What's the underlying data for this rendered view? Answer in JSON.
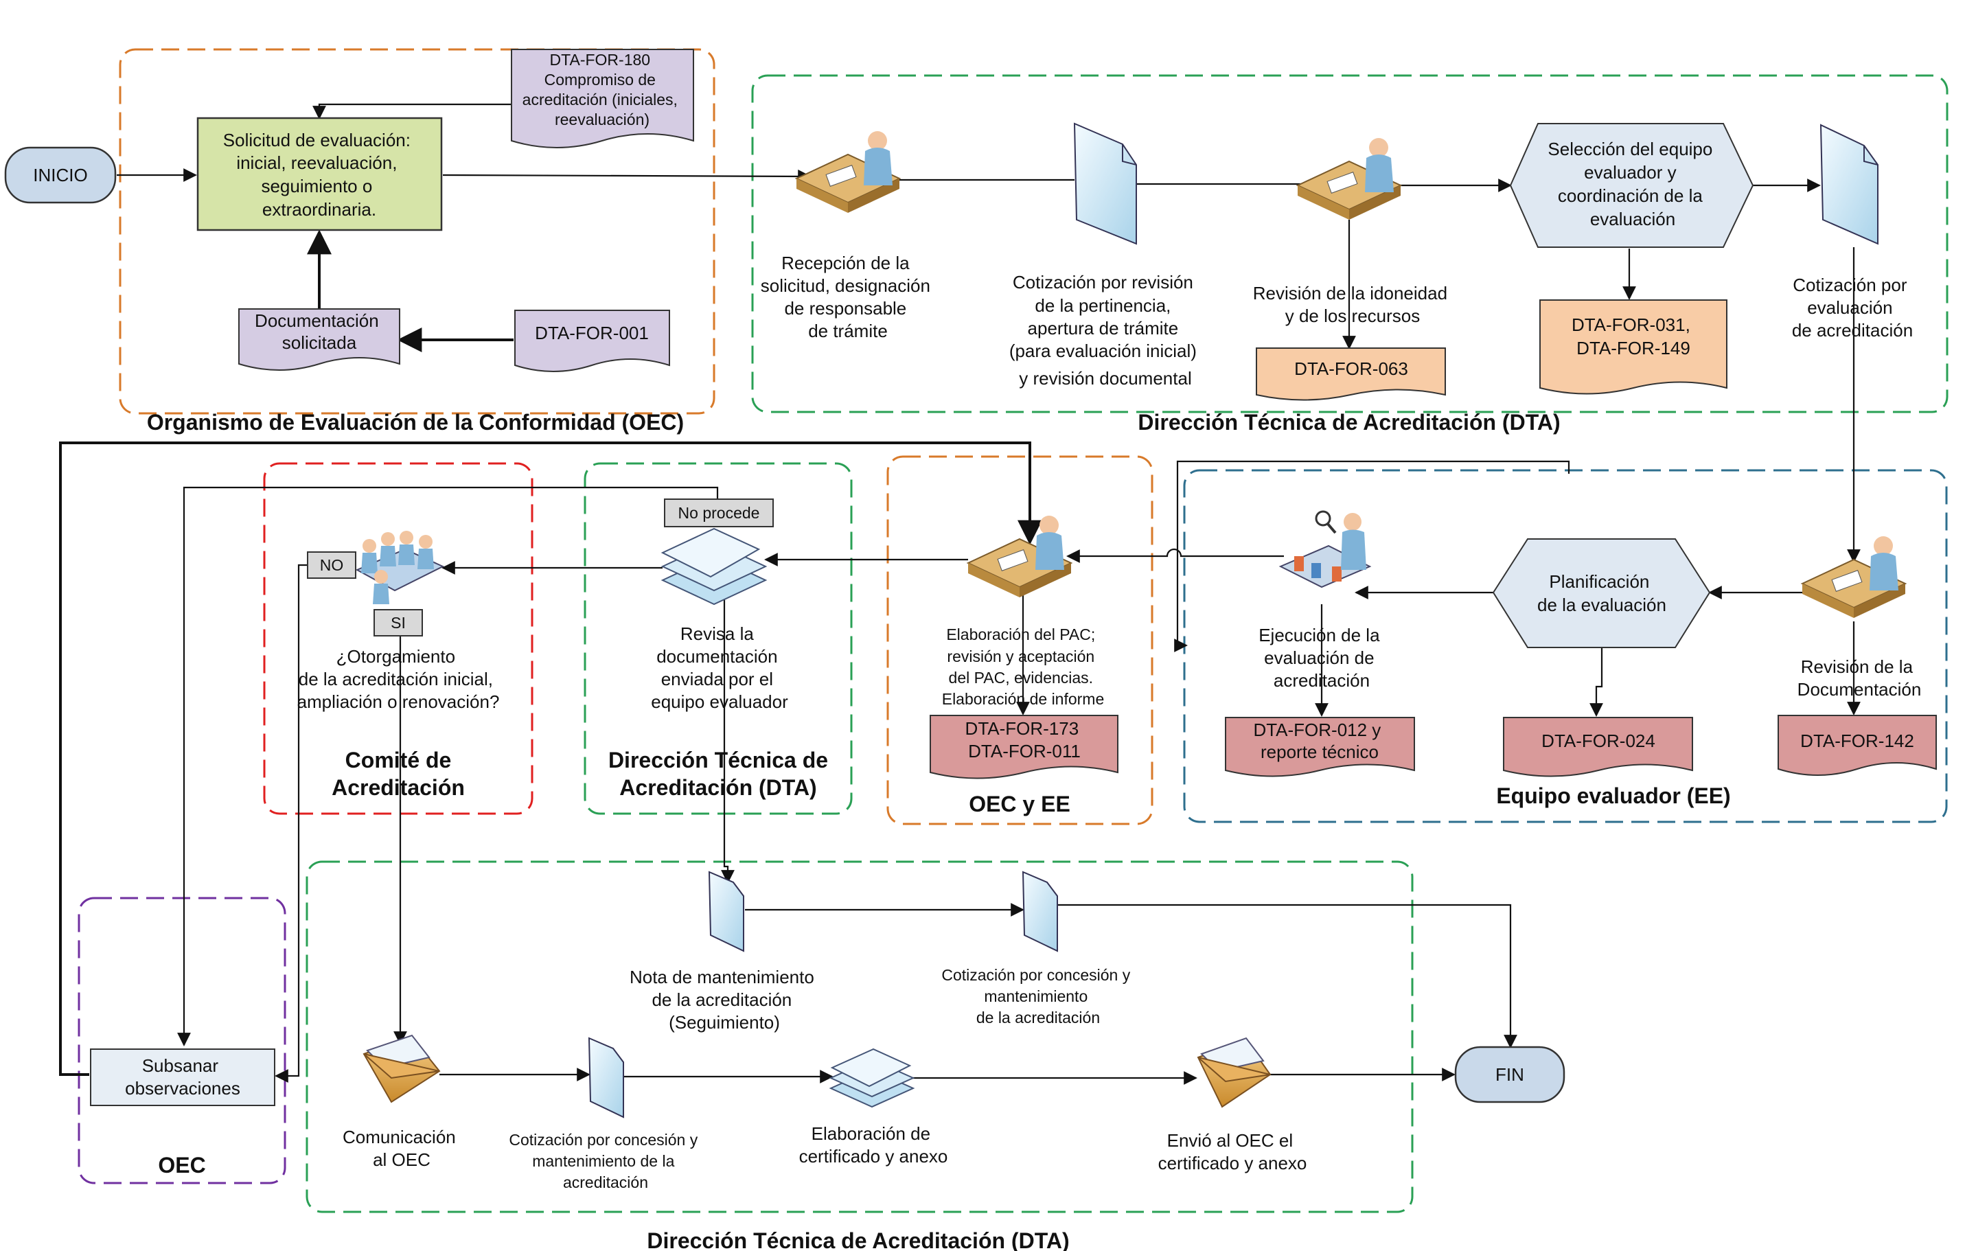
{
  "lanes": {
    "oec_top": "Organismo de Evaluación de la Conformidad (OEC)",
    "dta_top": "Dirección Técnica de Acreditación (DTA)",
    "comite": [
      "Comité de",
      "Acreditación"
    ],
    "dta_mid": [
      "Dirección Técnica de",
      "Acreditación (DTA)"
    ],
    "oec_ee": "OEC y EE",
    "ee": "Equipo evaluador (EE)",
    "oec_left": "OEC",
    "dta_bottom": "Dirección Técnica de Acreditación (DTA)"
  },
  "nodes": {
    "inicio": "INICIO",
    "fin": "FIN",
    "solicitud": [
      "Solicitud de evaluación:",
      "inicial, reevaluación,",
      "seguimiento o",
      "extraordinaria."
    ],
    "doc_180": [
      "DTA-FOR-180",
      "Compromiso de",
      "acreditación (iniciales,",
      "reevaluación)"
    ],
    "doc_solicitada": [
      "Documentación",
      "solicitada"
    ],
    "doc_001": "DTA-FOR-001",
    "recepcion": [
      "Recepción de la",
      "solicitud, designación",
      "de responsable",
      "de trámite"
    ],
    "cotizacion_revision": [
      "Cotización por revisión",
      "de la pertinencia,",
      "apertura de trámite",
      "(para evaluación inicial)",
      "y revisión documental"
    ],
    "revision_idoneidad": [
      "Revisión de la idoneidad",
      "y de los recursos"
    ],
    "doc_063": "DTA-FOR-063",
    "seleccion": [
      "Selección del equipo",
      "evaluador y",
      "coordinación de la",
      "evaluación"
    ],
    "doc_031": [
      "DTA-FOR-031,",
      "DTA-FOR-149"
    ],
    "cotizacion_eval": [
      "Cotización por",
      "evaluación",
      "de acreditación"
    ],
    "revision_doc": [
      "Revisión de la",
      "Documentación"
    ],
    "doc_142": "DTA-FOR-142",
    "planificacion": [
      "Planificación",
      "de la evaluación"
    ],
    "doc_024": "DTA-FOR-024",
    "ejecucion": [
      "Ejecución de la",
      "evaluación de",
      "acreditación"
    ],
    "doc_012": [
      "DTA-FOR-012 y",
      "reporte técnico"
    ],
    "elaboracion_pac": [
      "Elaboración del PAC;",
      "revisión y aceptación",
      "del PAC, evidencias.",
      "Elaboración de informe"
    ],
    "doc_173": [
      "DTA-FOR-173",
      "DTA-FOR-011"
    ],
    "no_procede": "No procede",
    "revisa_doc": [
      "Revisa la",
      "documentación",
      "enviada por el",
      "equipo evaluador"
    ],
    "no_tag": "NO",
    "si_tag": "SI",
    "otorgamiento": [
      "¿Otorgamiento",
      "de la acreditación inicial,",
      "ampliación o renovación?"
    ],
    "subsanar": [
      "Subsanar",
      "observaciones"
    ],
    "nota_mant": [
      "Nota de mantenimiento",
      "de la acreditación",
      "(Seguimiento)"
    ],
    "cotizacion_concesion_top": [
      "Cotización por concesión y",
      "mantenimiento",
      "de la acreditación"
    ],
    "comunicacion": [
      "Comunicación",
      "al OEC"
    ],
    "cotizacion_concesion_bot": [
      "Cotización por concesión y",
      "mantenimiento de la",
      "acreditación"
    ],
    "elaboracion_cert": [
      "Elaboración de",
      "certificado y anexo"
    ],
    "envio": [
      "Envió al OEC el",
      "certificado y anexo"
    ]
  },
  "colors": {
    "green_process": "#d6e4a8",
    "lavender_doc": "#d5cce3",
    "orange_doc": "#f8cca6",
    "red_doc": "#d99a9a",
    "terminator": "#c9d9ea",
    "hexagon": "#dfe8f2",
    "lane_orange": "#d87a2a",
    "lane_green": "#2aa055",
    "lane_red": "#e02020",
    "lane_purple": "#7030a0",
    "lane_teal": "#2e6f8e"
  }
}
